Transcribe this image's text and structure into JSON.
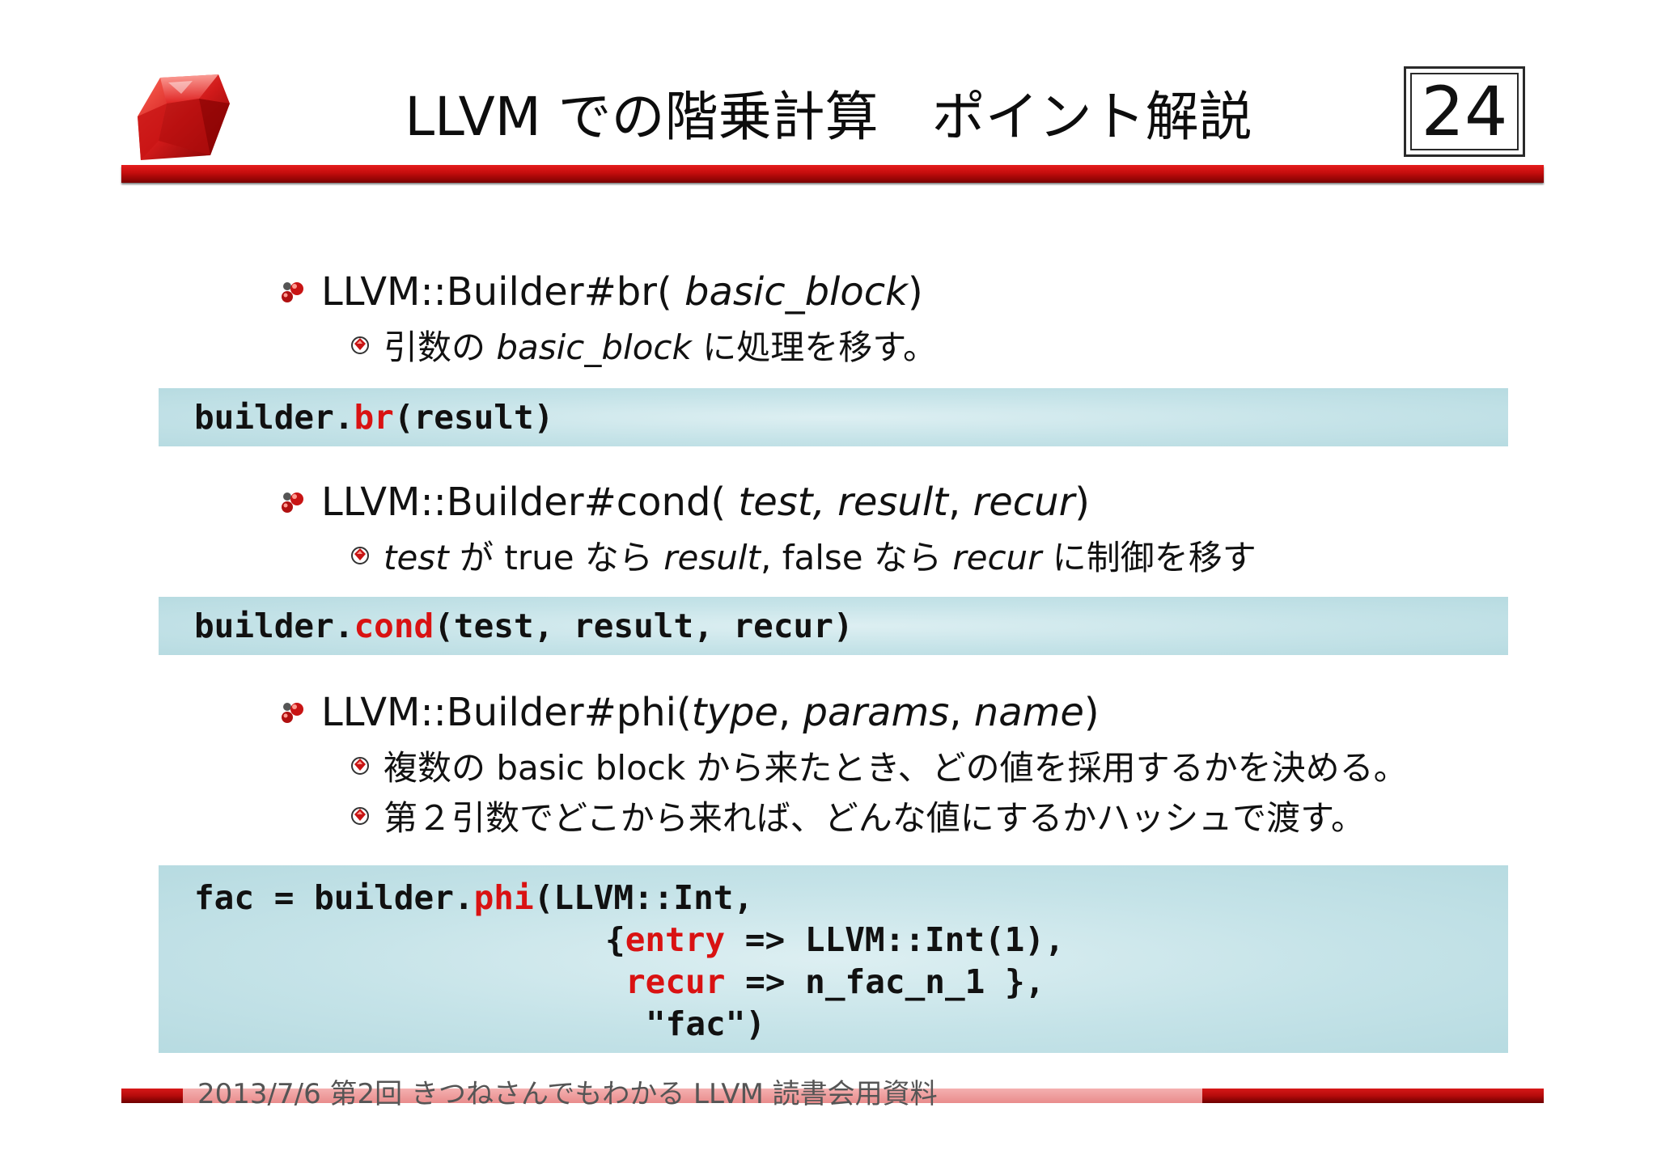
{
  "slide": {
    "title": "LLVM での階乗計算　ポイント解説",
    "page_number": "24",
    "logo_icon": "ruby-gem-icon",
    "accent_color": "#c40d0d",
    "code_bg_color": "#c5e3e8",
    "keyword_color": "#d91212"
  },
  "sections": [
    {
      "heading": {
        "pre": "LLVM::Builder#br( ",
        "param1": "basic_block",
        "post": ")"
      },
      "subs": [
        {
          "pre": "引数の ",
          "italic": "basic_block",
          "post": " に処理を移す。"
        }
      ],
      "code": {
        "obj": "builder.",
        "method": "br",
        "args": "(result)"
      }
    },
    {
      "heading": {
        "pre": "LLVM::Builder#cond( ",
        "param1": "test, result",
        "sep1": ", ",
        "param2": "recur",
        "post": ")"
      },
      "subs": [
        {
          "italic1": "test",
          "t1": " が true なら ",
          "italic2": "result",
          "t2": ", false なら ",
          "italic3": "recur",
          "t3": " に制御を移す"
        }
      ],
      "code": {
        "obj": "builder.",
        "method": "cond",
        "args": "(test, result, recur)"
      }
    },
    {
      "heading": {
        "pre": "LLVM::Builder#phi(",
        "param1": "type",
        "sep1": ", ",
        "param2": "params",
        "sep2": ", ",
        "param3": "name",
        "post": ")"
      },
      "subs": [
        {
          "text": "複数の basic block から来たとき、どの値を採用するかを決める。"
        },
        {
          "text": "第２引数でどこから来れば、どんな値にするかハッシュで渡す。"
        }
      ],
      "code": {
        "line1_pre": "fac = builder.",
        "line1_method": "phi",
        "line1_post": "(LLVM::Int,",
        "line2_pre": "{",
        "line2_key": "entry",
        "line2_post": " => LLVM::Int(1),",
        "line3_key": "recur",
        "line3_post": " => n_fac_n_1 },",
        "line4": "\"fac\")"
      }
    }
  ],
  "footer": {
    "text": "2013/7/6  第2回 きつねさんでもわかる LLVM 読書会用資料"
  }
}
